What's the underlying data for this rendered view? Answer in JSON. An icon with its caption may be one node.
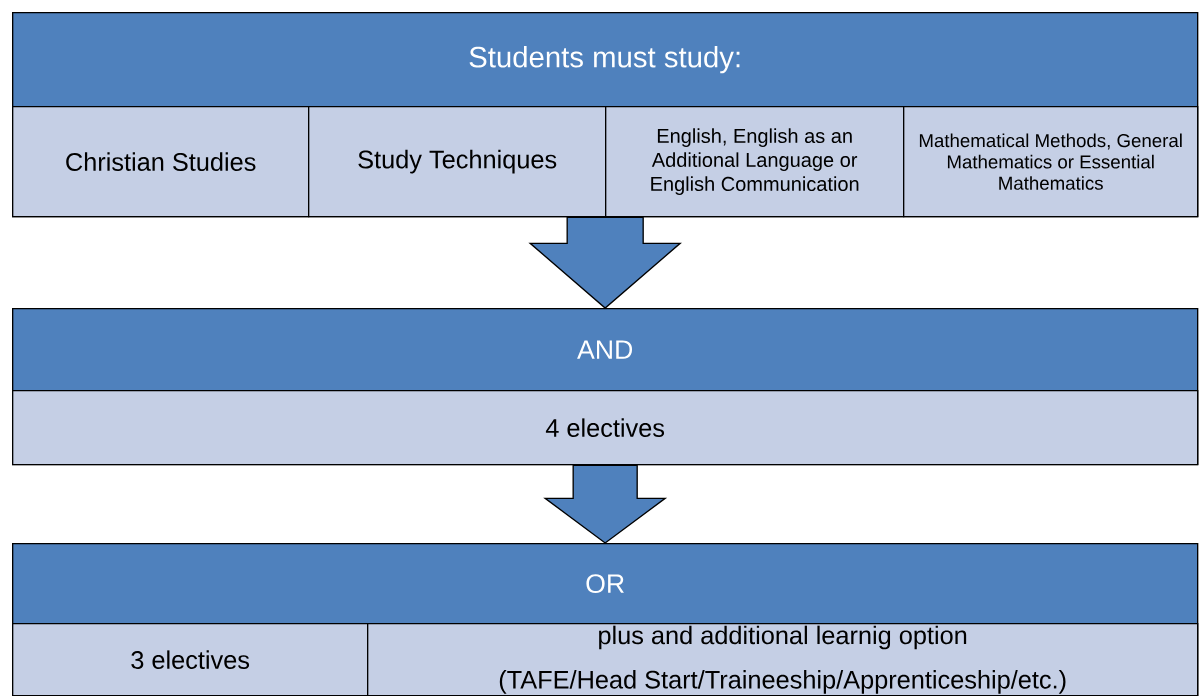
{
  "diagram": {
    "nodes": [
      {
        "text": [
          "Students must study:"
        ]
      },
      {
        "text": [
          "Christian Studies"
        ],
        "in": 0
      },
      {
        "text": [
          "Study Techniques"
        ],
        "in": 0
      },
      {
        "text": [
          "English, English as an Additional Language or English Communication"
        ],
        "in": 0
      },
      {
        "text": [
          "Mathematical Methods, General Mathematics or Essential Mathematics"
        ],
        "in": 0
      },
      {
        "text": [
          "AND"
        ]
      },
      {
        "text": [
          "4 electives"
        ],
        "in": 5
      },
      {
        "text": [
          "OR"
        ]
      },
      {
        "text": [
          "3 electives"
        ],
        "in": 7
      },
      {
        "text": [
          "plus and additional learnig option",
          "(TAFE/Head Start/Traineeship/Apprenticeship/etc.)"
        ],
        "in": 7
      }
    ],
    "edges": [
      {
        "from": 0,
        "to": 5,
        "arrow": "to"
      },
      {
        "from": 5,
        "to": 7,
        "arrow": "to"
      }
    ]
  }
}
